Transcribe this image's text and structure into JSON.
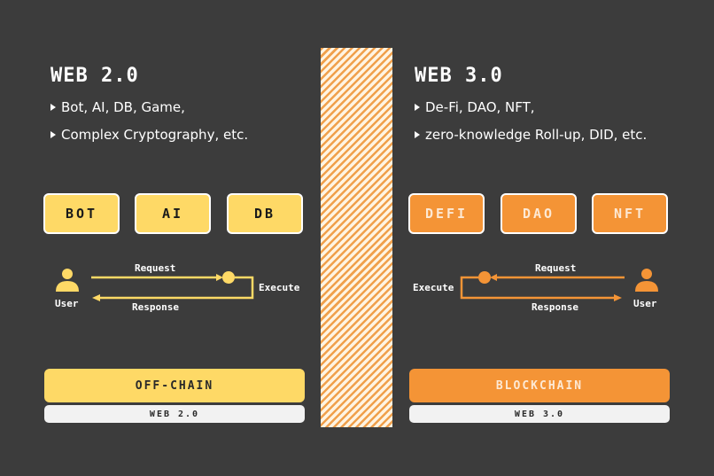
{
  "colors": {
    "background": "#3c3c3c",
    "web2_accent": "#fed966",
    "web3_accent": "#f49436",
    "hatch": "#f0a04b",
    "label_bg": "#f2f2f2"
  },
  "web2": {
    "title": "WEB 2.0",
    "bullets": [
      "Bot, AI, DB, Game,",
      "Complex Cryptography, etc."
    ],
    "chips": [
      "BOT",
      "AI",
      "DB"
    ],
    "flow": {
      "user_icon": "user-icon",
      "user_label": "User",
      "request": "Request",
      "response": "Response",
      "execute": "Execute"
    },
    "bar_label": "OFF-CHAIN",
    "sub_label": "WEB 2.0"
  },
  "web3": {
    "title": "WEB 3.0",
    "bullets": [
      "De-Fi, DAO, NFT,",
      "zero-knowledge Roll-up, DID, etc."
    ],
    "chips": [
      "DEFI",
      "DAO",
      "NFT"
    ],
    "flow": {
      "user_icon": "user-icon",
      "user_label": "User",
      "request": "Request",
      "response": "Response",
      "execute": "Execute"
    },
    "bar_label": "BLOCKCHAIN",
    "sub_label": "WEB 3.0"
  }
}
